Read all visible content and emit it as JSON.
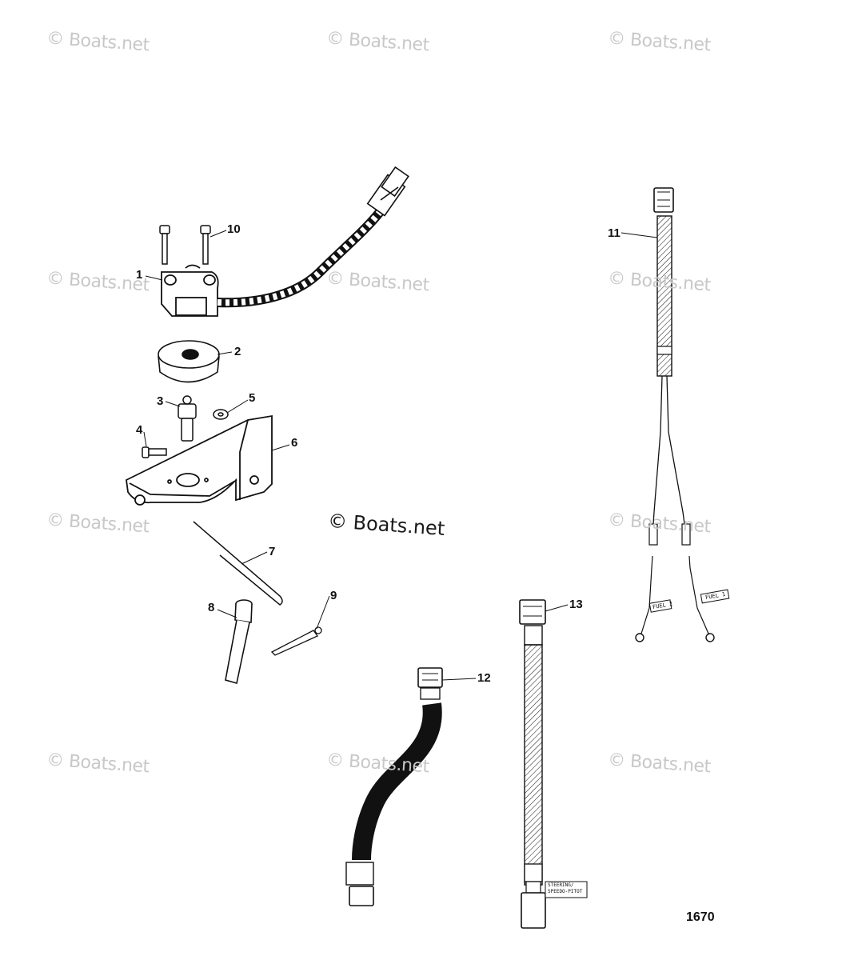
{
  "watermarks": {
    "repeat_text": "© Boats.net",
    "center_text": "© Boats.net"
  },
  "callouts": [
    "1",
    "2",
    "3",
    "4",
    "5",
    "6",
    "7",
    "8",
    "9",
    "10",
    "11",
    "12",
    "13"
  ],
  "wire_tags": {
    "fuel_1": "FUEL 1",
    "fuel_2": "FUEL 2",
    "steering": "STEERING/",
    "speedo": "SPEEDO-PITOT"
  },
  "figure_number": "1670",
  "colors": {
    "line": "#111111",
    "watermark": "#c8c8c8"
  }
}
